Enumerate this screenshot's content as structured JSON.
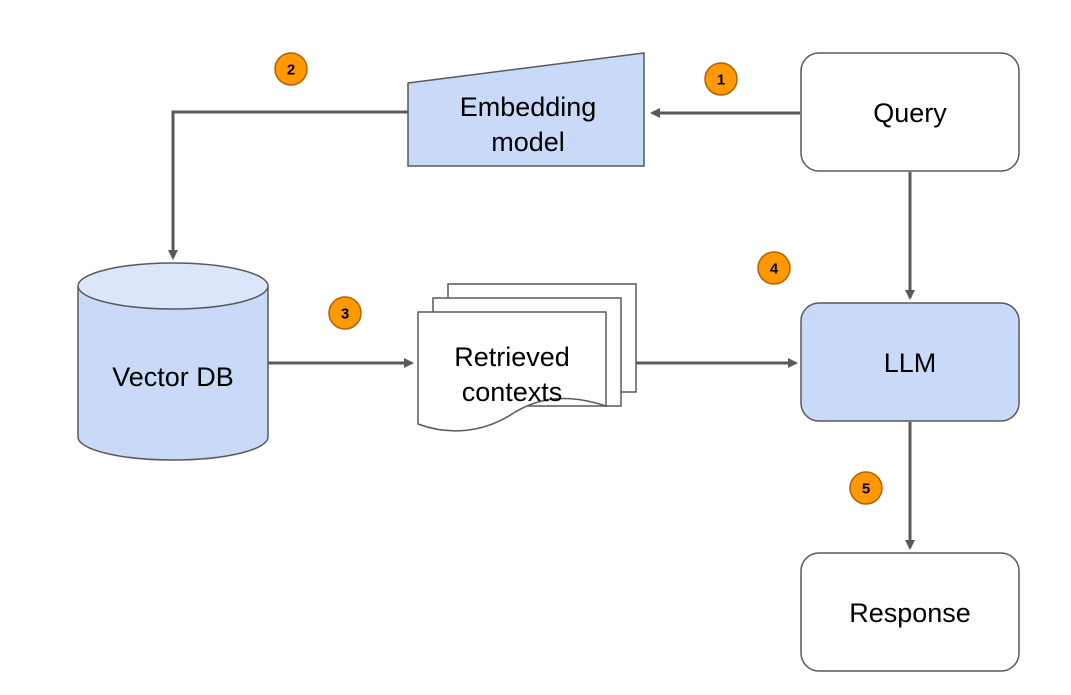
{
  "colors": {
    "accent_fill": "#c9daf8",
    "plain_fill": "#ffffff",
    "stroke": "#595959",
    "badge_fill": "#ff9900",
    "badge_stroke": "#b45f06",
    "text": "#000000"
  },
  "nodes": {
    "query": {
      "label": "Query"
    },
    "embedding": {
      "line1": "Embedding",
      "line2": "model"
    },
    "vectordb": {
      "label": "Vector DB"
    },
    "contexts": {
      "line1": "Retrieved",
      "line2": "contexts"
    },
    "llm": {
      "label": "LLM"
    },
    "response": {
      "label": "Response"
    }
  },
  "steps": [
    "1",
    "2",
    "3",
    "4",
    "5"
  ]
}
